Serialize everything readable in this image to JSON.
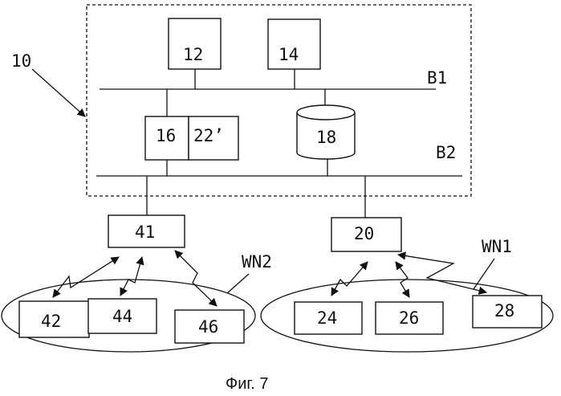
{
  "figure": {
    "system_label": "10",
    "bus_labels": {
      "b1": "B1",
      "b2": "B2"
    },
    "network_labels": {
      "wn1": "WN1",
      "wn2": "WN2"
    },
    "caption": "Фиг. 7"
  },
  "nodes": {
    "n12": "12",
    "n14": "14",
    "n16": "16",
    "n22": "22’",
    "n18": "18",
    "n41": "41",
    "n20": "20",
    "n42": "42",
    "n44": "44",
    "n46": "46",
    "n24": "24",
    "n26": "26",
    "n28": "28"
  },
  "colors": {
    "ink": "#111111",
    "background": "#ffffff"
  }
}
